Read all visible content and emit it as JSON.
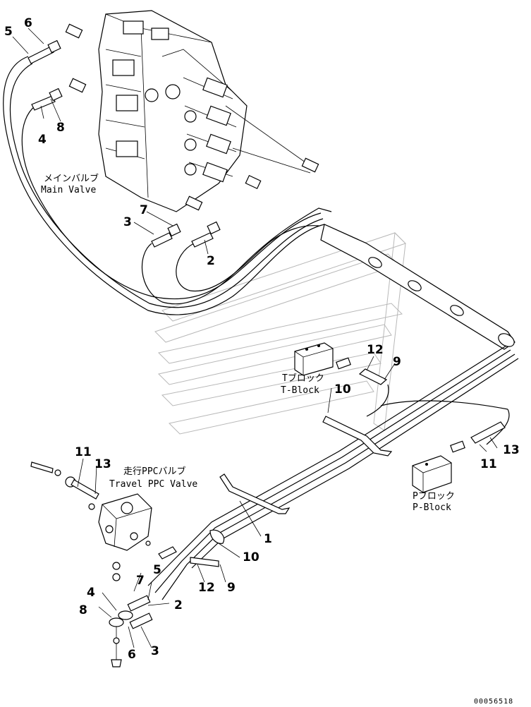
{
  "labels": {
    "main_valve_jp": "メインバルブ",
    "main_valve_en": "Main Valve",
    "t_block_jp": "Tブロック",
    "t_block_en": "T-Block",
    "travel_ppc_valve_jp": "走行PPCバルブ",
    "travel_ppc_valve_en": "Travel PPC Valve",
    "p_block_jp": "Pブロック",
    "p_block_en": "P-Block"
  },
  "callouts": {
    "c5_top": "5",
    "c6_top": "6",
    "c4_top": "4",
    "c8_top": "8",
    "c3_top": "3",
    "c7_top": "7",
    "c2_top": "2",
    "c12_right": "12",
    "c9_right": "9",
    "c10_right": "10",
    "c11_left": "11",
    "c13_left": "13",
    "c13_right": "13",
    "c11_right": "11",
    "c1": "1",
    "c10_low": "10",
    "c5_low": "5",
    "c7_low": "7",
    "c4_low": "4",
    "c8_low": "8",
    "c2_low": "2",
    "c12_low": "12",
    "c9_low": "9",
    "c6_low": "6",
    "c3_low": "3"
  },
  "document_number": "00056518"
}
